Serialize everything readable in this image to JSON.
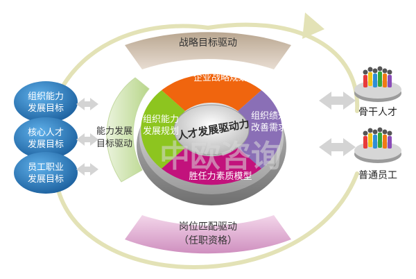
{
  "top_drive": "战略目标驱动",
  "bottom_drive": {
    "line1": "岗位匹配驱动",
    "line2": "（任职资格）"
  },
  "left_drive": {
    "line1": "能力发展",
    "line2": "目标驱动"
  },
  "center_label": "人才发展驱动力",
  "segments": {
    "top": "企业战略规划",
    "left": {
      "line1": "组织能力",
      "line2": "发展规划"
    },
    "right": {
      "line1": "组织绩效",
      "line2": "改善需求"
    },
    "bottom": "胜任力素质模型"
  },
  "goals": [
    {
      "line1": "组织能力",
      "line2": "发展目标"
    },
    {
      "line1": "核心人才",
      "line2": "发展目标"
    },
    {
      "line1": "员工职业",
      "line2": "发展目标"
    }
  ],
  "groups": [
    {
      "label": "骨干人才"
    },
    {
      "label": "普通员工"
    }
  ],
  "watermark": "中欧咨询",
  "colors": {
    "segment_top": "#f0650e",
    "segment_left": "#8dc51f",
    "segment_right": "#8a6fb6",
    "segment_bottom": "#c2127c",
    "goal_circle": "#2a7fc2",
    "top_band": "#c9b8a6",
    "bottom_band": "#d9a3c9",
    "left_band": "#cfe3b0"
  }
}
